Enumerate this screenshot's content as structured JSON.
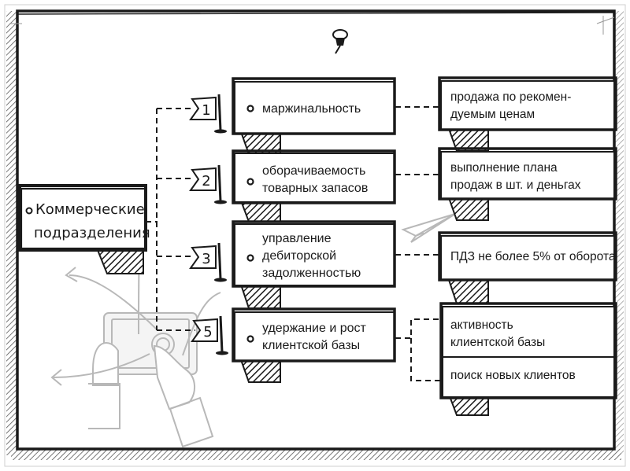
{
  "root": {
    "line1": "Коммерческие",
    "line2": "подразделения"
  },
  "flags": [
    "1",
    "2",
    "3",
    "5"
  ],
  "functions": [
    {
      "lines": [
        "маржинальность"
      ]
    },
    {
      "lines": [
        "оборачиваемость",
        "товарных запасов"
      ]
    },
    {
      "lines": [
        "управление",
        "дебиторской",
        "задолженностью"
      ]
    },
    {
      "lines": [
        "удержание и рост",
        "клиентской базы"
      ]
    }
  ],
  "indicators": [
    {
      "lines": [
        "продажа по рекомен-",
        "дуемым ценам"
      ]
    },
    {
      "lines": [
        "выполнение плана",
        "продаж в шт. и деньгах"
      ]
    },
    {
      "lines": [
        "ПДЗ не более 5% от оборота"
      ]
    },
    {
      "lines": [
        "активность",
        "клиентской базы"
      ]
    },
    {
      "lines": [
        "поиск новых клиентов"
      ]
    }
  ],
  "colors": {
    "ink": "#1a1a1a",
    "paper": "#ffffff",
    "sketch": "#b8b8b8"
  },
  "icons": [
    "pushpin-icon",
    "paper-plane-icon",
    "tablet-hands-icon"
  ]
}
